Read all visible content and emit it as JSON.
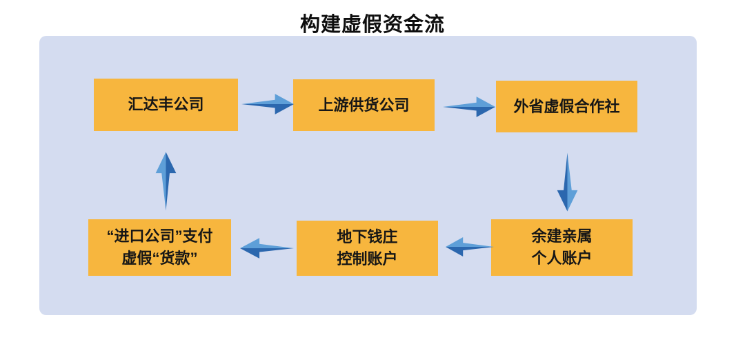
{
  "title": "构建虚假资金流",
  "colors": {
    "panel_bg": "#d4dcf0",
    "node_bg": "#f7b63e",
    "arrow_light": "#5e9fd8",
    "arrow_dark": "#2b67ae",
    "text": "#161616"
  },
  "nodes": [
    {
      "id": "node-1",
      "lines": [
        "汇达丰公司",
        ""
      ]
    },
    {
      "id": "node-2",
      "lines": [
        "上游供货公司",
        ""
      ]
    },
    {
      "id": "node-3",
      "lines": [
        "外省虚假合作社",
        ""
      ]
    },
    {
      "id": "node-4",
      "lines": [
        "余建亲属",
        "个人账户"
      ]
    },
    {
      "id": "node-5",
      "lines": [
        "地下钱庄",
        "控制账户"
      ]
    },
    {
      "id": "node-6",
      "lines": [
        "“进口公司”支付",
        "虚假“货款”"
      ]
    }
  ],
  "arrows": [
    {
      "from": "汇达丰公司",
      "to": "上游供货公司",
      "direction": "right"
    },
    {
      "from": "上游供货公司",
      "to": "外省虚假合作社",
      "direction": "right"
    },
    {
      "from": "外省虚假合作社",
      "to": "余建亲属个人账户",
      "direction": "down"
    },
    {
      "from": "余建亲属个人账户",
      "to": "地下钱庄控制账户",
      "direction": "left"
    },
    {
      "from": "地下钱庄控制账户",
      "to": "“进口公司”支付虚假“货款”",
      "direction": "left"
    },
    {
      "from": "“进口公司”支付虚假“货款”",
      "to": "汇达丰公司",
      "direction": "up"
    }
  ]
}
